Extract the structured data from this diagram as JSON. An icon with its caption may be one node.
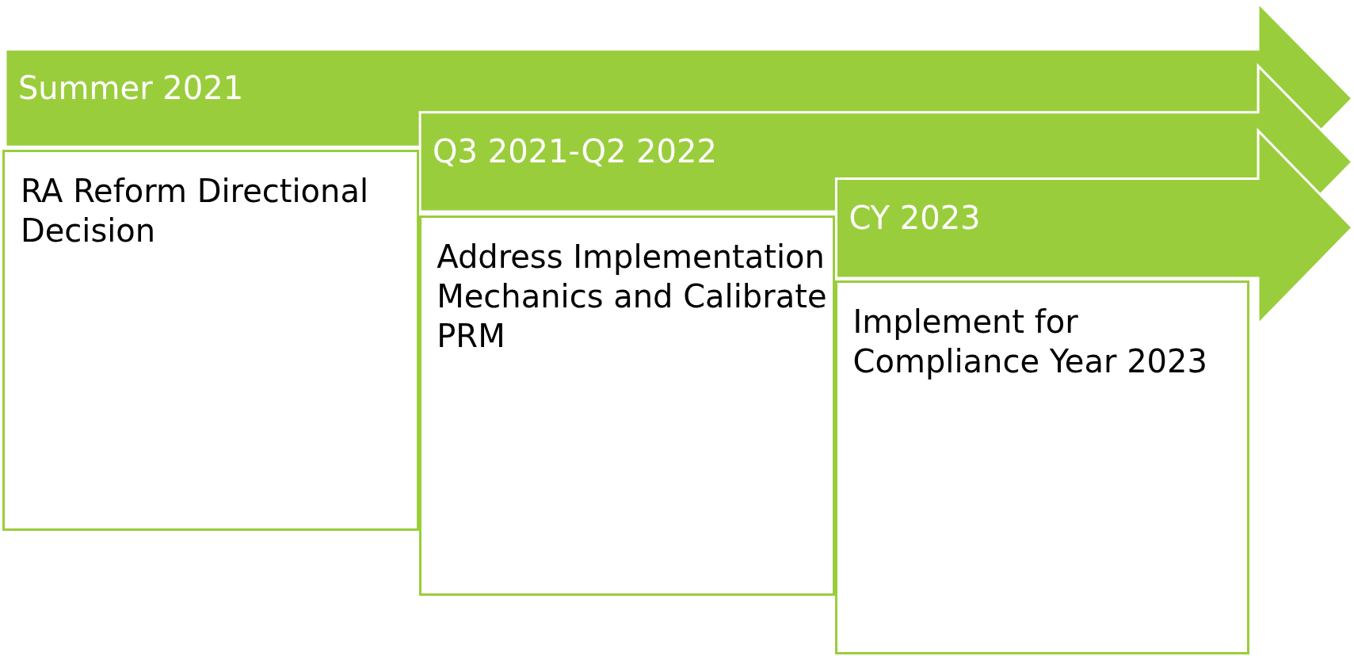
{
  "diagram": {
    "nodes": [
      {
        "text": [
          "Summer 2021"
        ]
      },
      {
        "text": [
          "RA Reform Directional Decision"
        ]
      },
      {
        "text": [
          "Q3 2021-Q2 2022"
        ]
      },
      {
        "text": [
          "Address Implementation Mechanics and Calibrate PRM"
        ]
      },
      {
        "text": [
          "CY 2023"
        ]
      },
      {
        "text": [
          "Implement for Compliance Year 2023"
        ]
      }
    ]
  }
}
